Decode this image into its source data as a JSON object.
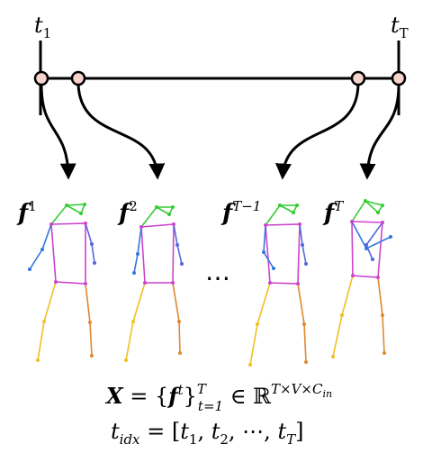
{
  "timeline": {
    "start_label": {
      "base": "t",
      "sub": "1"
    },
    "end_label": {
      "base": "t",
      "sub": "T"
    }
  },
  "frames": [
    {
      "base": "f",
      "sup": "1"
    },
    {
      "base": "f",
      "sup": "2"
    },
    {
      "base": "f",
      "sup": "T−1"
    },
    {
      "base": "f",
      "sup": "T"
    }
  ],
  "ellipsis": "⋯",
  "equations": {
    "x_def": {
      "lhs": "X",
      "eq": " = {",
      "f": "f",
      "f_sup": "t",
      "close": "}",
      "set_sup": "T",
      "set_sub": "t=1",
      "in": " ∈ ℝ",
      "dim_sup": "T×V×C",
      "dim_sub": "in"
    },
    "t_idx": {
      "lhs": "t",
      "lhs_sub": "idx",
      "rhs_prefix": " = [",
      "t1": "t",
      "t1_sub": "1",
      "sep1": ", ",
      "t2": "t",
      "t2_sub": "2",
      "mid": ", ⋯, ",
      "tT": "t",
      "tT_sub": "T",
      "close": "]"
    }
  },
  "colors": {
    "node_fill": "#f8d2cd",
    "line": "#000000",
    "head": "#33cc33",
    "torso": "#cc44cc",
    "left_arm": "#3377dd",
    "right_arm": "#5566dd",
    "left_leg": "#f0c020",
    "right_leg": "#e08830"
  }
}
